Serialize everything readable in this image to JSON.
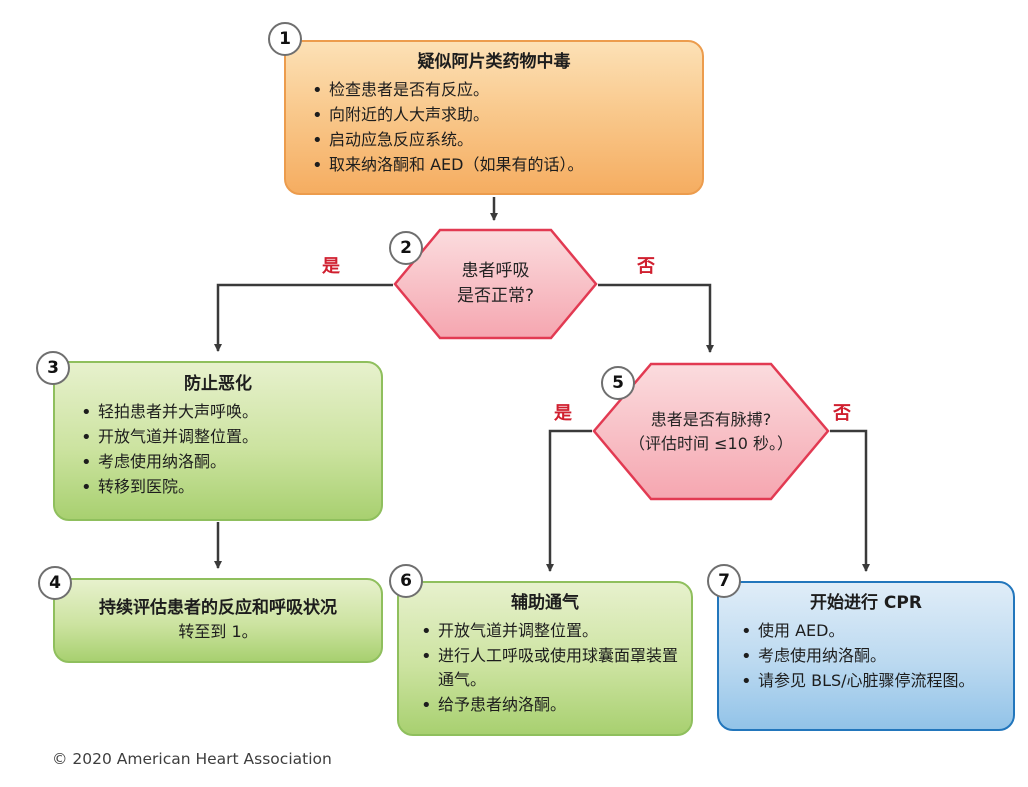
{
  "diagram_title": "Opioid-Associated Emergency Algorithm (Chinese)",
  "colors": {
    "orange_fill_top": "#FCE1B6",
    "orange_fill_bottom": "#F5AD61",
    "orange_border": "#EC9C4D",
    "green_fill_top": "#E7F1CD",
    "green_fill_bottom": "#A8D070",
    "green_border": "#8FBF5D",
    "pink_fill_top": "#FBDCDE",
    "pink_fill_bottom": "#F5A6B0",
    "pink_border": "#E23A52",
    "blue_fill_top": "#E0EDF8",
    "blue_fill_bottom": "#92C3E8",
    "blue_border": "#2276BC",
    "branch_label_red": "#D01F2F",
    "connector": "#3a3a3a"
  },
  "nodes": {
    "n1": {
      "number": "1",
      "title": "疑似阿片类药物中毒",
      "bullets": [
        "检查患者是否有反应。",
        "向附近的人大声求助。",
        "启动应急反应系统。",
        "取来纳洛酮和 AED（如果有的话）。"
      ]
    },
    "n2": {
      "number": "2",
      "lines": [
        "患者呼吸",
        "是否正常?"
      ],
      "yes": "是",
      "no": "否"
    },
    "n3": {
      "number": "3",
      "title": "防止恶化",
      "bullets": [
        "轻拍患者并大声呼唤。",
        "开放气道并调整位置。",
        "考虑使用纳洛酮。",
        "转移到医院。"
      ]
    },
    "n4": {
      "number": "4",
      "title": "持续评估患者的反应和呼吸状况",
      "subtitle": "转至到 1。"
    },
    "n5": {
      "number": "5",
      "lines": [
        "患者是否有脉搏?",
        "（评估时间 ≤10 秒。）"
      ],
      "yes": "是",
      "no": "否"
    },
    "n6": {
      "number": "6",
      "title": "辅助通气",
      "bullets": [
        "开放气道并调整位置。",
        "进行人工呼吸或使用球囊面罩装置通气。",
        "给予患者纳洛酮。"
      ]
    },
    "n7": {
      "number": "7",
      "title": "开始进行 CPR",
      "bullets": [
        "使用 AED。",
        "考虑使用纳洛酮。",
        "请参见 BLS/心脏骤停流程图。"
      ]
    }
  },
  "footer": {
    "copyright": "© 2020 American Heart Association"
  }
}
